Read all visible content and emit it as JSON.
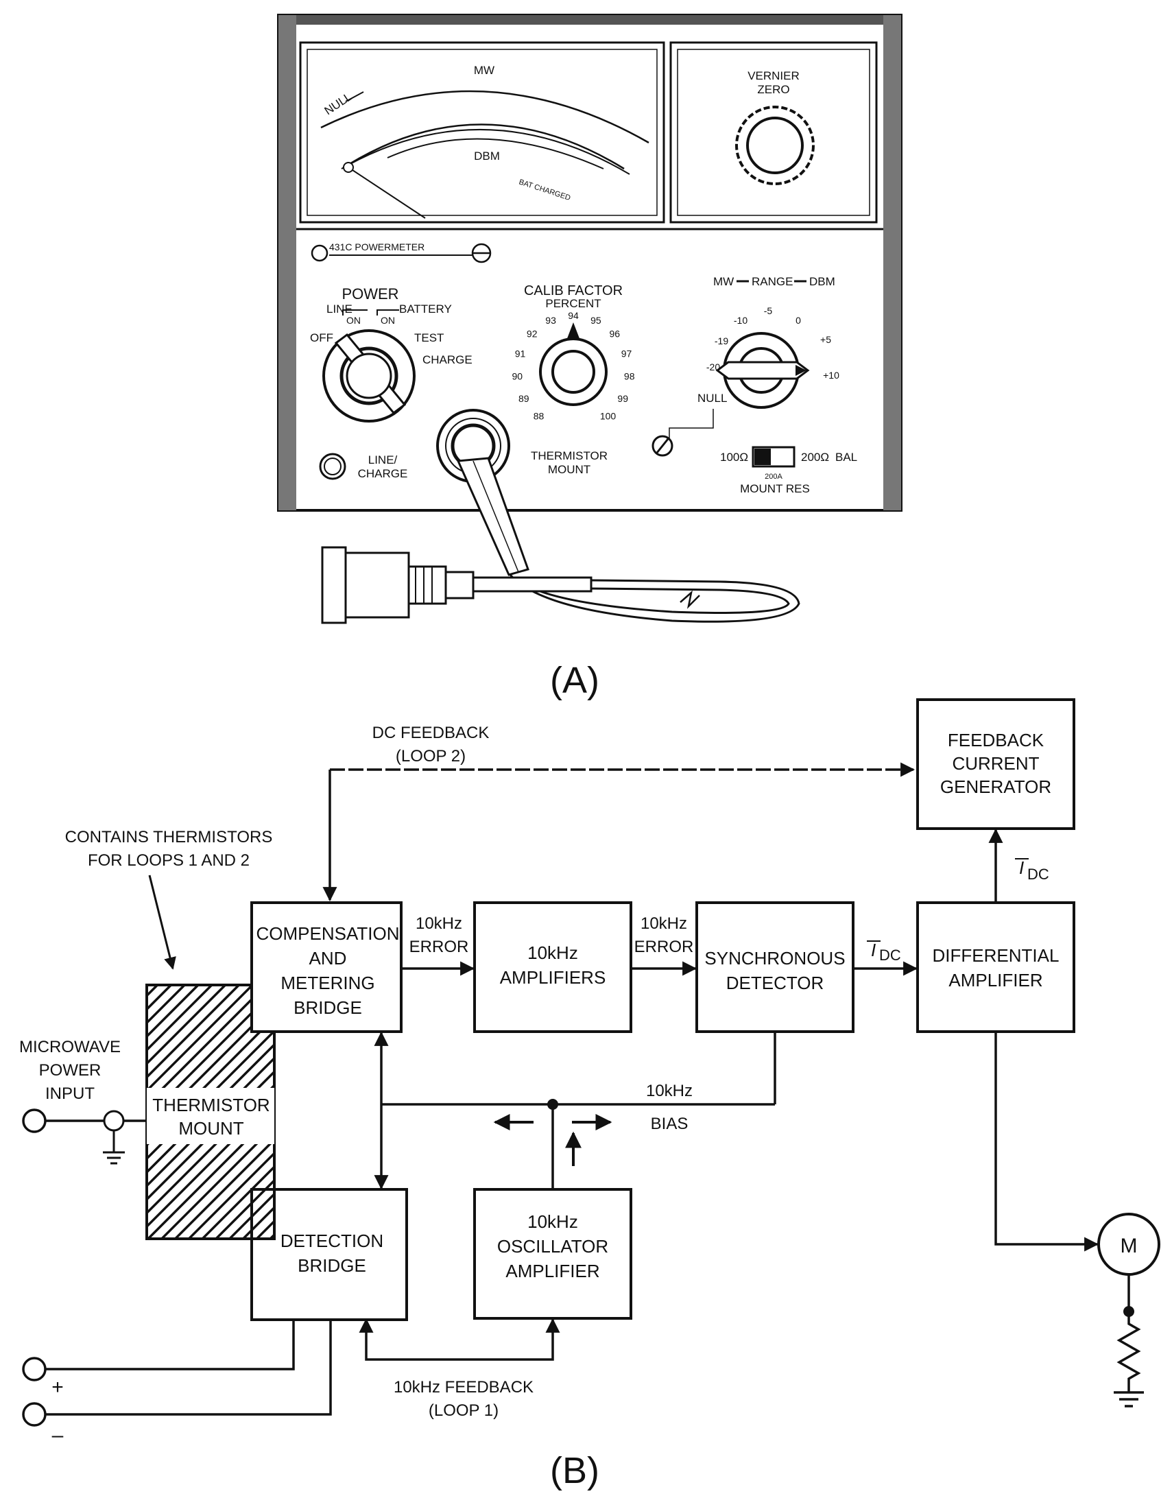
{
  "panel_a": {
    "label": "(A)",
    "meter": {
      "mw": "MW",
      "null": "NULL",
      "dbm": "DBM",
      "batt": "BAT CHARGED"
    },
    "vernier": {
      "line1": "VERNIER",
      "line2": "ZERO"
    },
    "model": "431C POWERMETER",
    "power": {
      "title": "POWER",
      "line": "LINE",
      "battery": "BATTERY",
      "on": "ON",
      "off": "OFF",
      "test": "TEST",
      "charge": "CHARGE"
    },
    "calib": {
      "title": "CALIB FACTOR",
      "percent": "PERCENT",
      "ticks": [
        "88",
        "89",
        "90",
        "91",
        "92",
        "93",
        "94",
        "95",
        "96",
        "97",
        "98",
        "99",
        "100"
      ]
    },
    "range": {
      "title_mw": "MW",
      "title_range": "RANGE",
      "title_dbm": "DBM",
      "ticks": [
        "-20",
        "-19",
        "-10",
        "-5",
        "0",
        "+5",
        "+10"
      ],
      "null": "NULL"
    },
    "line_charge": {
      "line1": "LINE/",
      "line2": "CHARGE"
    },
    "thermistor": {
      "line1": "THERMISTOR",
      "line2": "MOUNT"
    },
    "mount_res": {
      "r100": "100Ω",
      "r200": "200Ω",
      "bal": "BAL",
      "sub": "200A",
      "label": "MOUNT RES"
    }
  },
  "panel_b": {
    "label": "(B)",
    "blocks": {
      "comp": [
        "COMPENSATION",
        "AND",
        "METERING",
        "BRIDGE"
      ],
      "amp10": [
        "10kHz",
        "AMPLIFIERS"
      ],
      "sync": [
        "SYNCHRONOUS",
        "DETECTOR"
      ],
      "diff": [
        "DIFFERENTIAL",
        "AMPLIFIER"
      ],
      "fcg": [
        "FEEDBACK",
        "CURRENT",
        "GENERATOR"
      ],
      "therm": [
        "THERMISTOR",
        "MOUNT"
      ],
      "det": [
        "DETECTION",
        "BRIDGE"
      ],
      "osc": [
        "10kHz",
        "OSCILLATOR",
        "AMPLIFIER"
      ],
      "meter": "M"
    },
    "labels": {
      "dc_fb": [
        "DC  FEEDBACK",
        "(LOOP 2)"
      ],
      "contains": [
        "CONTAINS THERMISTORS",
        "FOR LOOPS 1 AND 2"
      ],
      "mw_input": [
        "MICROWAVE",
        "POWER",
        "INPUT"
      ],
      "err1": [
        "10kHz",
        "ERROR"
      ],
      "err2": [
        "10kHz",
        "ERROR"
      ],
      "idc1": "I",
      "idc1_sub": "DC",
      "idc2": "I",
      "idc2_sub": "DC",
      "bias": [
        "10kHz",
        "BIAS"
      ],
      "fb10": [
        "10kHz FEEDBACK",
        "(LOOP 1)"
      ],
      "plus": "+",
      "minus": "–"
    }
  }
}
